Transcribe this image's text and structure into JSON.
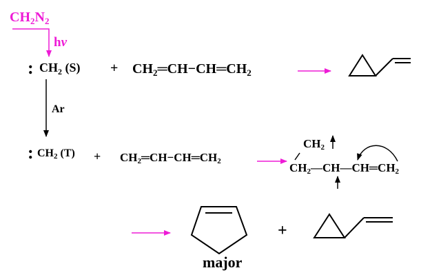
{
  "colors": {
    "accent": "#ee1bd6",
    "ink": "#000000"
  },
  "reagent": {
    "ch": "CH",
    "sub1": "2",
    "n": "N",
    "sub2": "2"
  },
  "hv": {
    "h": "h",
    "nu": "ν"
  },
  "singlet": {
    "dots": ":",
    "ch": "CH",
    "sub": "2",
    "state": "(S)"
  },
  "triplet": {
    "dots": ":",
    "ch": "CH",
    "sub": "2",
    "state": "(T)"
  },
  "ar_label": "Ar",
  "plus": "+",
  "butadiene": {
    "ch": "CH",
    "sub": "2",
    "bond_double": "═",
    "bond_single": "−",
    "mid1": "CH",
    "mid2": "CH"
  },
  "diradical": {
    "branch_ch": "CH",
    "branch_sub": "2",
    "ch": "CH",
    "sub": "2",
    "mid1": "CH",
    "mid2": "CH",
    "bond_single": "—",
    "bond_double": "═"
  },
  "major_label": "major"
}
